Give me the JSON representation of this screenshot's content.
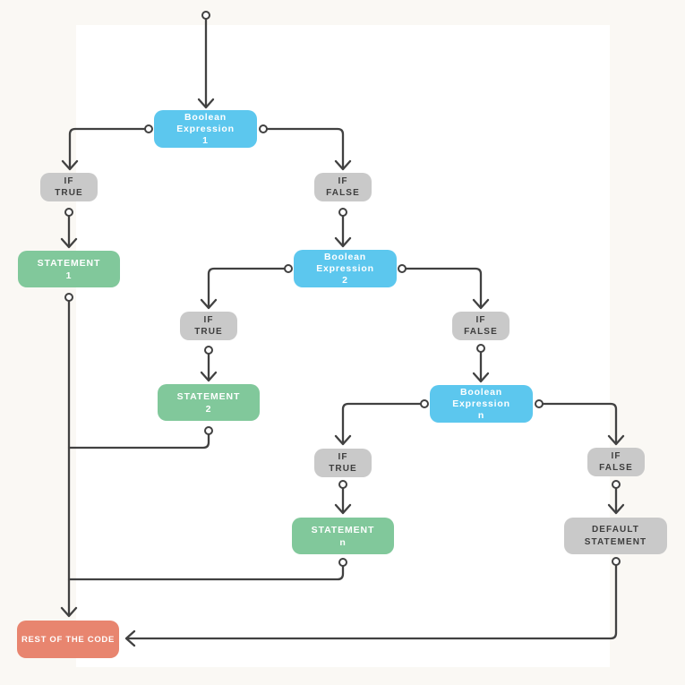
{
  "palette": {
    "background": "#faf8f4",
    "canvas": "#ffffff",
    "expression_blue": "#5cc7ee",
    "statement_green": "#81c89b",
    "condition_gray": "#c9c9c9",
    "terminal_red": "#e8856f",
    "line": "#414141",
    "dark_text": "#3e3e3e",
    "light_text": "#ffffff"
  },
  "diagram": {
    "type": "flowchart",
    "nodes": {
      "be1": {
        "label": "Boolean\nExpression\n1",
        "type": "expression"
      },
      "iftrue1": {
        "label": "IF\nTRUE",
        "type": "condition"
      },
      "iffalse1": {
        "label": "IF\nFALSE",
        "type": "condition"
      },
      "st1": {
        "label": "STATEMENT\n1",
        "type": "statement"
      },
      "be2": {
        "label": "Boolean\nExpression\n2",
        "type": "expression"
      },
      "iftrue2": {
        "label": "IF\nTRUE",
        "type": "condition"
      },
      "iffalse2": {
        "label": "IF\nFALSE",
        "type": "condition"
      },
      "st2": {
        "label": "STATEMENT\n2",
        "type": "statement"
      },
      "ben": {
        "label": "Boolean\nExpression\nn",
        "type": "expression"
      },
      "iftrue3": {
        "label": "IF\nTRUE",
        "type": "condition"
      },
      "iffalse3": {
        "label": "IF\nFALSE",
        "type": "condition"
      },
      "stn": {
        "label": "STATEMENT\nn",
        "type": "statement"
      },
      "default_statement": {
        "label": "DEFAULT\nSTATEMENT",
        "type": "condition"
      },
      "rest": {
        "label": "REST OF THE CODE",
        "type": "terminal"
      }
    }
  }
}
